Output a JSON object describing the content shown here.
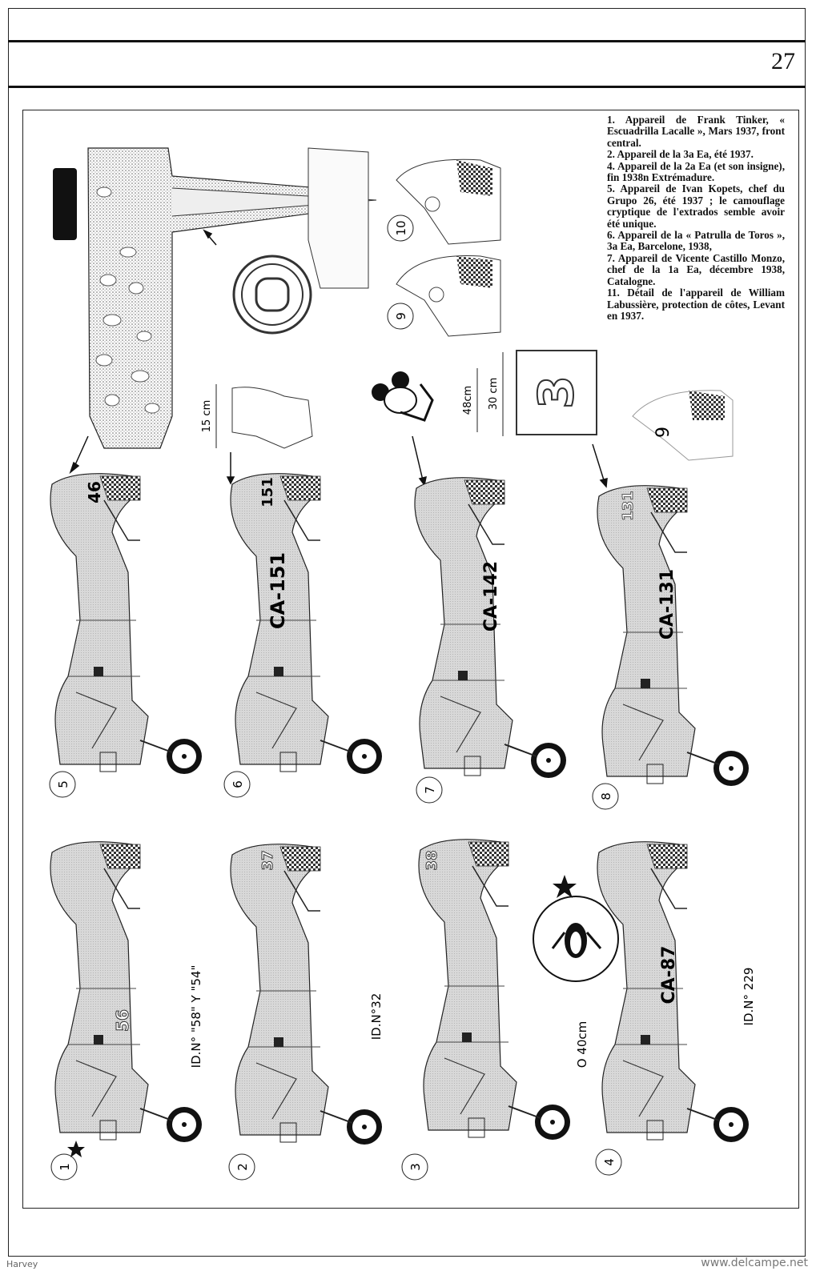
{
  "page": {
    "number": "27"
  },
  "captions": [
    "1. Appareil de Frank Tinker, « Escuadrilla Lacalle », Mars 1937, front central.",
    "2. Appareil de la 3a Ea, été 1937.",
    "4. Appareil de la 2a Ea (et son insigne), fin 1938n Extrémadure.",
    "5. Appareil de Ivan Kopets, chef du Grupo 26, été 1937 ; le camouflage cryptique de l'extrados semble avoir été unique.",
    "6. Appareil de la « Patrulla de Toros », 3a Ea, Barcelone, 1938,",
    "7. Appareil de Vicente Castillo Monzo, chef de la 1a Ea, décembre 1938, Catalogne.",
    "11. Détail de l'appareil de William Labussière, protection de côtes, Levant en 1937."
  ],
  "dimensions": {
    "d15": "15 cm",
    "d48": "48cm",
    "d30": "30 cm",
    "d40": "O 40cm"
  },
  "top_row": [
    {
      "num": "5",
      "code": "",
      "tail": "46"
    },
    {
      "num": "6",
      "code": "CA-151",
      "tail": "151"
    },
    {
      "num": "7",
      "code": "CA-142",
      "tail": ""
    },
    {
      "num": "8",
      "code": "CA-131",
      "tail": "131"
    }
  ],
  "bottom_row": [
    {
      "num": "1",
      "id": "ID.N° \"58\" Y \"54\"",
      "fuselage": "56",
      "tail": ""
    },
    {
      "num": "2",
      "id": "ID.N°32",
      "fuselage": "",
      "tail": "37"
    },
    {
      "num": "3",
      "id": "",
      "fuselage": "",
      "tail": "38"
    },
    {
      "num": "4",
      "id": "ID.N° 229",
      "code": "CA-87",
      "tail": ""
    }
  ],
  "tail_details": {
    "t10": "10",
    "t9": "9",
    "t9_number": "9",
    "t3": "3"
  },
  "footer": {
    "credit": "Harvey",
    "site": "www.delcampe.net"
  }
}
